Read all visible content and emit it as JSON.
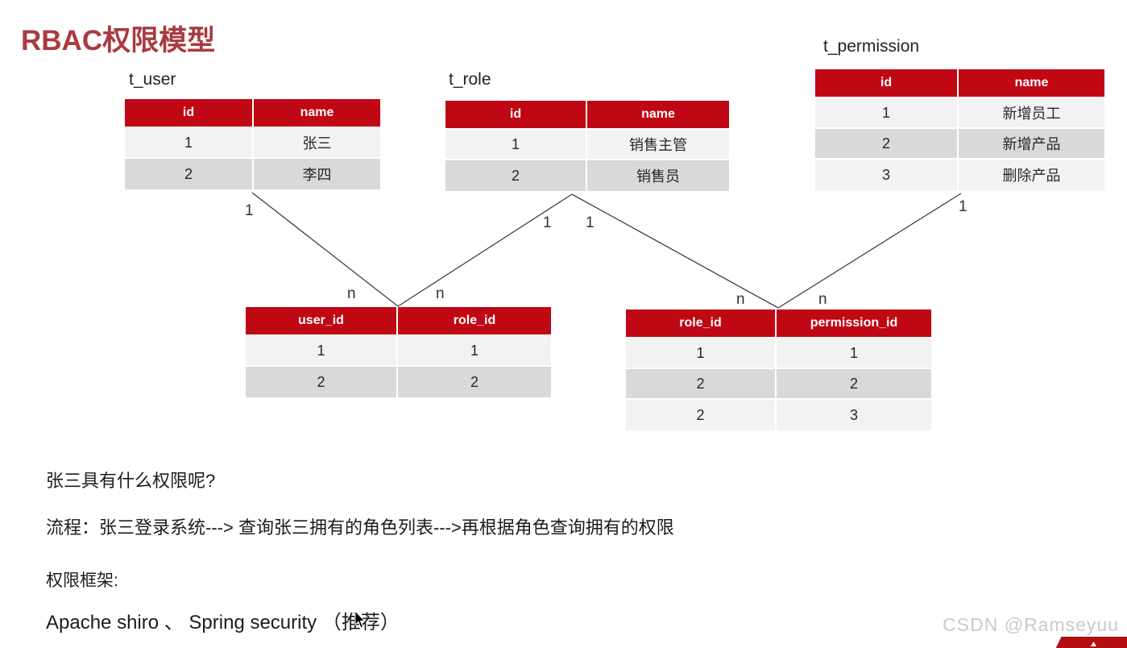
{
  "title": "RBAC权限模型",
  "colors": {
    "header_red": "#C00714",
    "title_red": "#A93B40",
    "row_light": "#F2F2F2",
    "row_dark": "#D9D9D9",
    "watermark_gray": "#CACACC"
  },
  "tables": {
    "t_user": {
      "label": "t_user",
      "headers": [
        "id",
        "name"
      ],
      "rows": [
        [
          "1",
          "张三"
        ],
        [
          "2",
          "李四"
        ]
      ]
    },
    "t_role": {
      "label": "t_role",
      "headers": [
        "id",
        "name"
      ],
      "rows": [
        [
          "1",
          "销售主管"
        ],
        [
          "2",
          "销售员"
        ]
      ]
    },
    "t_permission": {
      "label": "t_permission",
      "headers": [
        "id",
        "name"
      ],
      "rows": [
        [
          "1",
          "新增员工"
        ],
        [
          "2",
          "新增产品"
        ],
        [
          "3",
          "删除产品"
        ]
      ]
    },
    "user_role": {
      "headers": [
        "user_id",
        "role_id"
      ],
      "rows": [
        [
          "1",
          "1"
        ],
        [
          "2",
          "2"
        ]
      ]
    },
    "role_permission": {
      "headers": [
        "role_id",
        "permission_id"
      ],
      "rows": [
        [
          "1",
          "1"
        ],
        [
          "2",
          "2"
        ],
        [
          "2",
          "3"
        ]
      ]
    }
  },
  "relation_labels": {
    "t_user_one": "1",
    "t_role_one_left": "1",
    "t_role_one_right": "1",
    "t_permission_one": "1",
    "user_role_n_left": "n",
    "user_role_n_right": "n",
    "role_permission_n_left": "n",
    "role_permission_n_right": "n"
  },
  "notes": {
    "question": "张三具有什么权限呢?",
    "flow": "流程：张三登录系统---> 查询张三拥有的角色列表--->再根据角色查询拥有的权限",
    "framework_label": "权限框架:",
    "framework_options": "Apache shiro  、  Spring security （推荐）"
  },
  "watermark": "CSDN @Ramseyuu"
}
